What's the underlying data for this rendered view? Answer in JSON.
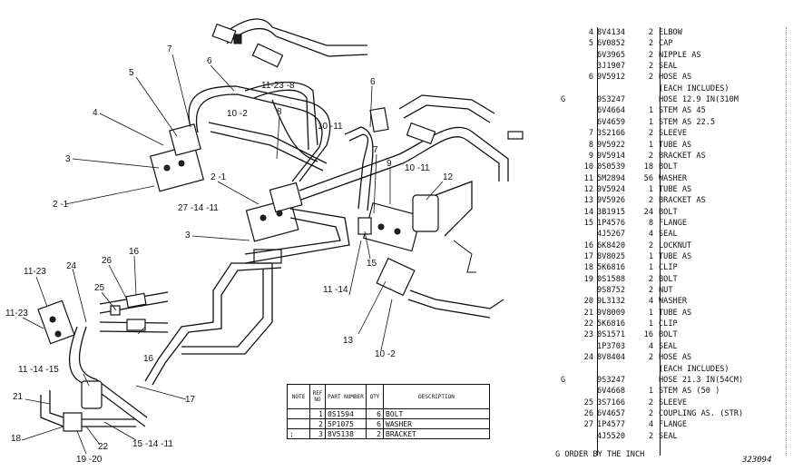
{
  "callouts": [
    "7",
    "5",
    "6",
    "4",
    "3",
    "2 -1",
    "8",
    "10 -2",
    "11-23 -8",
    "10 -11",
    "2 -1",
    "27 -14 -11",
    "3",
    "6",
    "7",
    "9",
    "10 -11",
    "12",
    "15",
    "11 -14",
    "13",
    "10 -2",
    "16",
    "26",
    "24",
    "25",
    "11-23",
    "11-23",
    "11 -14 -15",
    "16",
    "21",
    "18",
    "22",
    "19 -20",
    "15 -14 -11",
    "17"
  ],
  "small_table": {
    "headers": [
      "NOTE",
      "REF NO",
      "PART NUMBER",
      "QTY",
      "DESCRIPTION"
    ],
    "rows": [
      {
        "note": "",
        "ref": "1",
        "part": "0S1594",
        "qty": "6",
        "desc": "BOLT"
      },
      {
        "note": "",
        "ref": "2",
        "part": "5P1075",
        "qty": "6",
        "desc": "WASHER"
      },
      {
        "note": ":",
        "ref": "3",
        "part": "8V5138",
        "qty": "2",
        "desc": "BRACKET"
      }
    ]
  },
  "parts_list": [
    {
      "g": "",
      "ref": "4",
      "part": "8V4134",
      "qty": "2",
      "desc": "ELBOW"
    },
    {
      "g": "",
      "ref": "5",
      "part": "6V0852",
      "qty": "2",
      "desc": "CAP"
    },
    {
      "g": "",
      "ref": "",
      "part": "6V3965",
      "qty": "2",
      "desc": "NIPPLE AS"
    },
    {
      "g": "",
      "ref": "",
      "part": "3J1907",
      "qty": "2",
      "desc": "SEAL"
    },
    {
      "g": "",
      "ref": "6",
      "part": "9V5912",
      "qty": "2",
      "desc": "HOSE AS"
    },
    {
      "g": "",
      "ref": "",
      "part": "",
      "qty": "",
      "desc": "(EACH INCLUDES)"
    },
    {
      "g": "G",
      "ref": "",
      "part": "9S3247",
      "qty": "",
      "desc": "HOSE 12.9 IN(310M"
    },
    {
      "g": "",
      "ref": "",
      "part": "6V4664",
      "qty": "1",
      "desc": "STEM AS 45"
    },
    {
      "g": "",
      "ref": "",
      "part": "6V4659",
      "qty": "1",
      "desc": "STEM AS 22.5"
    },
    {
      "g": "",
      "ref": "7",
      "part": "3S2166",
      "qty": "2",
      "desc": "SLEEVE"
    },
    {
      "g": "",
      "ref": "8",
      "part": "9V5922",
      "qty": "1",
      "desc": "TUBE AS"
    },
    {
      "g": "",
      "ref": "9",
      "part": "9V5914",
      "qty": "2",
      "desc": "BRACKET AS"
    },
    {
      "g": "",
      "ref": "10",
      "part": "0S0539",
      "qty": "18",
      "desc": "BOLT"
    },
    {
      "g": "",
      "ref": "11",
      "part": "5M2894",
      "qty": "56",
      "desc": "WASHER"
    },
    {
      "g": "",
      "ref": "12",
      "part": "9V5924",
      "qty": "1",
      "desc": "TUBE AS"
    },
    {
      "g": "",
      "ref": "13",
      "part": "9V5926",
      "qty": "2",
      "desc": "BRACKET AS"
    },
    {
      "g": "",
      "ref": "14",
      "part": "3B1915",
      "qty": "24",
      "desc": "BOLT"
    },
    {
      "g": "",
      "ref": "15",
      "part": "1P4576",
      "qty": "8",
      "desc": "FLANGE"
    },
    {
      "g": "",
      "ref": "",
      "part": "4J5267",
      "qty": "4",
      "desc": "SEAL"
    },
    {
      "g": "",
      "ref": "16",
      "part": "6K8420",
      "qty": "2",
      "desc": "LOCKNUT"
    },
    {
      "g": "",
      "ref": "17",
      "part": "8V8025",
      "qty": "1",
      "desc": "TUBE AS"
    },
    {
      "g": "",
      "ref": "18",
      "part": "5K6816",
      "qty": "1",
      "desc": "CLIP"
    },
    {
      "g": "",
      "ref": "19",
      "part": "0S1588",
      "qty": "2",
      "desc": "BOLT"
    },
    {
      "g": "",
      "ref": "",
      "part": "9S8752",
      "qty": "2",
      "desc": "NUT"
    },
    {
      "g": "",
      "ref": "20",
      "part": "9L3132",
      "qty": "4",
      "desc": "WASHER"
    },
    {
      "g": "",
      "ref": "21",
      "part": "9V8009",
      "qty": "1",
      "desc": "TUBE AS"
    },
    {
      "g": "",
      "ref": "22",
      "part": "5K6816",
      "qty": "1",
      "desc": "CLIP"
    },
    {
      "g": "",
      "ref": "23",
      "part": "0S1571",
      "qty": "16",
      "desc": "BOLT"
    },
    {
      "g": "",
      "ref": "",
      "part": "1P3703",
      "qty": "4",
      "desc": "SEAL"
    },
    {
      "g": "",
      "ref": "24",
      "part": "8V8404",
      "qty": "2",
      "desc": "HOSE AS"
    },
    {
      "g": "",
      "ref": "",
      "part": "",
      "qty": "",
      "desc": "(EACH INCLUDES)"
    },
    {
      "g": "G",
      "ref": "",
      "part": "9S3247",
      "qty": "",
      "desc": "HOSE 21.3 IN(54CM)"
    },
    {
      "g": "",
      "ref": "",
      "part": "6V4668",
      "qty": "1",
      "desc": "STEM AS (50 )"
    },
    {
      "g": "",
      "ref": "25",
      "part": "3S7166",
      "qty": "2",
      "desc": "SLEEVE"
    },
    {
      "g": "",
      "ref": "26",
      "part": "6V4657",
      "qty": "2",
      "desc": "COUPLING AS. (STR)"
    },
    {
      "g": "",
      "ref": "27",
      "part": "1P4577",
      "qty": "4",
      "desc": "FLANGE"
    },
    {
      "g": "",
      "ref": "",
      "part": "4J5520",
      "qty": "2",
      "desc": "SEAL"
    }
  ],
  "footnote": "G   ORDER BY THE INCH",
  "figure_number": "323094"
}
